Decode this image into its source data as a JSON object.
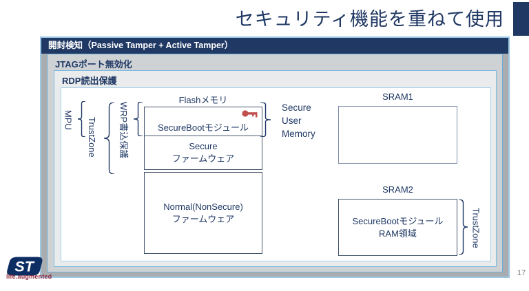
{
  "slide": {
    "title": "セキュリティ機能を重ねて使用",
    "page_number": "17",
    "brand_tagline": "life.augmented"
  },
  "security_layers": {
    "tamper_label": "開封検知（Passive Tamper + Active Tamper）",
    "jtag_label": "JTAGポート無効化",
    "rdp_label": "RDP読出保護"
  },
  "diagram": {
    "mpu_label": "MPU",
    "trustzone_left_label": "TrustZone",
    "wrp_label": "WRP書込保護",
    "flash_title": "Flashメモリ",
    "secure_boot_label": "SecureBootモジュール",
    "secure_firmware_label": "Secure\nファームウェア",
    "normal_firmware_label": "Normal(NonSecure)\nファームウェア",
    "secure_user_memory_label": "Secure\nUser\nMemory",
    "sram1_title": "SRAM1",
    "sram2_title": "SRAM2",
    "sram2_content_label": "SecureBootモジュール\nRAM領域",
    "trustzone_right_label": "TrustZone"
  },
  "colors": {
    "navy": "#1F3864",
    "outer_fill": "#A9ADB0",
    "jtag_fill": "#CED2D5",
    "rdp_fill": "#E9EBEC",
    "light_blue_border": "#8FC0E0",
    "box_border": "#44546A",
    "key_red": "#C0504D",
    "page_number_gray": "#7F7F7F",
    "tagline_red": "#8F2A3C"
  }
}
